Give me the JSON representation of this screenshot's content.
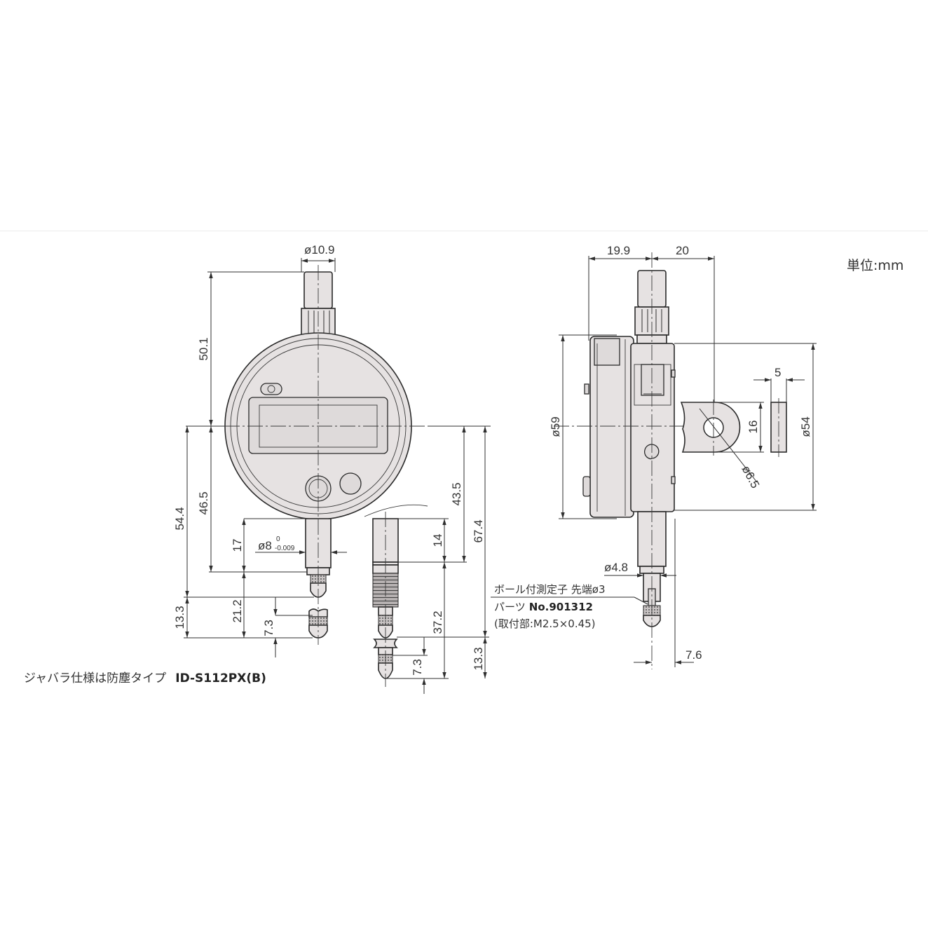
{
  "unit_label": "単位:mm",
  "front_view": {
    "dims": {
      "cap_diameter": "ø10.9",
      "top_height": "50.1",
      "stem_to_center": "46.5",
      "overall_to_tip": "54.4",
      "stem_length": "17",
      "stem_diameter": "ø8",
      "stem_tol_upper": "0",
      "stem_tol_lower": "-0.009",
      "contact_point_len": "13.3",
      "contact_travel": "21.2",
      "tip_len": "7.3"
    }
  },
  "bellows_view": {
    "dims": {
      "center_to_stem_end": "43.5",
      "center_to_tip": "67.4",
      "sleeve_len": "14",
      "bellows_len": "37.2",
      "tip_len": "7.3",
      "tip_extension": "13.3"
    },
    "caption_jp": "ジャバラ仕様は防塵タイプ",
    "caption_model": "ID-S112PX(B)"
  },
  "side_view": {
    "dims": {
      "left_depth": "19.9",
      "right_depth": "20",
      "body_diameter": "ø59",
      "back_diameter": "ø54",
      "lug_width": "16",
      "lug_thickness": "5",
      "lug_hole": "ø6.5",
      "stem_diameter": "ø4.8",
      "tip_offset": "7.6"
    },
    "contact_point_label": "ボール付測定子 先端ø3",
    "part_prefix": "パーツ",
    "part_number": "No.901312",
    "mount_spec": "(取付部:M2.5×0.45)"
  }
}
